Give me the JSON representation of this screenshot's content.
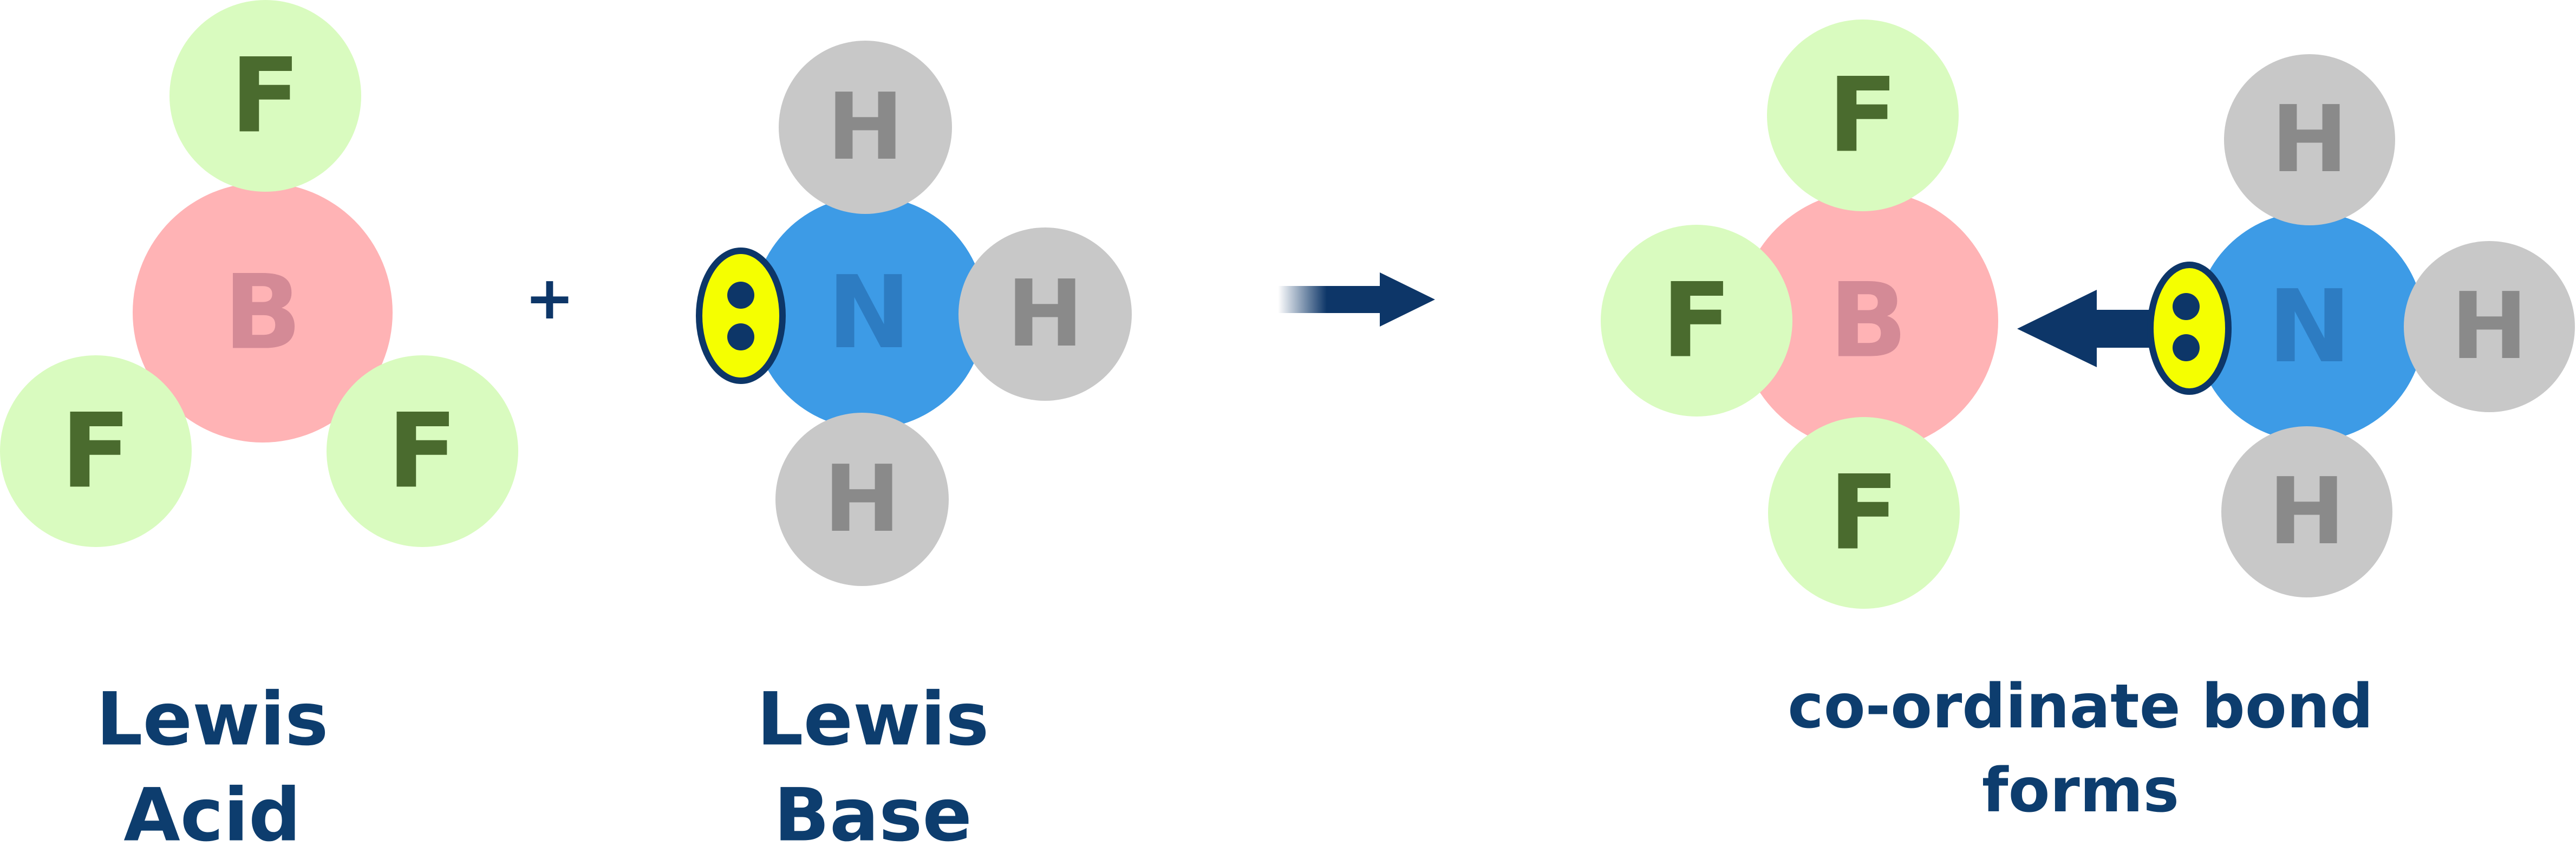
{
  "atoms": {
    "F": "F",
    "B": "B",
    "N": "N",
    "H": "H"
  },
  "symbols": {
    "plus": "+"
  },
  "captions": {
    "acid_line1": "Lewis",
    "acid_line2": "Acid",
    "base_line1": "Lewis",
    "base_line2": "Base",
    "product_line1": "co-ordinate bond",
    "product_line2": "forms"
  },
  "colors": {
    "fluorine_fill": "#d9fbbf",
    "fluorine_text": "#4a6b2e",
    "boron_fill": "#ffb3b5",
    "boron_text": "#d48a96",
    "nitrogen_fill": "#3d9be6",
    "nitrogen_text": "#2d7cc2",
    "hydrogen_fill": "#c8c8c8",
    "hydrogen_text": "#8a8a8a",
    "lone_pair_fill": "#f5ff00",
    "lone_pair_stroke": "#0d3668",
    "arrow": "#0d3668",
    "caption_text": "#0d3d6e"
  }
}
